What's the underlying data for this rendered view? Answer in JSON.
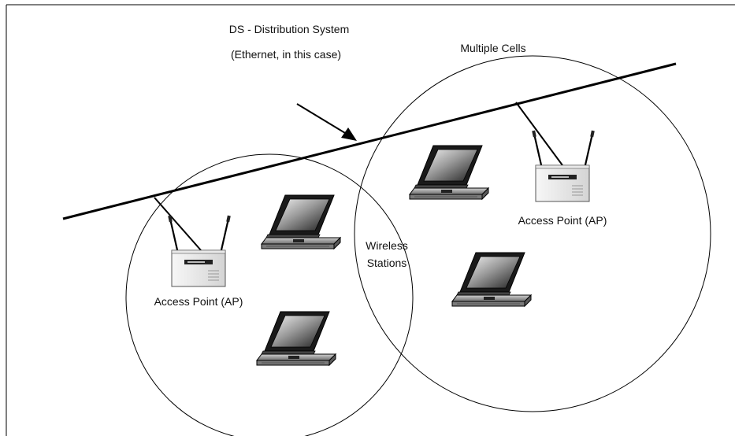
{
  "labels": {
    "ds_line1": "DS - Distribution System",
    "ds_line2": "(Ethernet, in this case)",
    "multiple_cells": "Multiple Cells",
    "wireless_line1": "Wireless",
    "wireless_line2": "Stations",
    "ap_left": "Access Point (AP)",
    "ap_right": "Access Point (AP)"
  },
  "icons": [
    "access-point-icon",
    "laptop-icon"
  ]
}
